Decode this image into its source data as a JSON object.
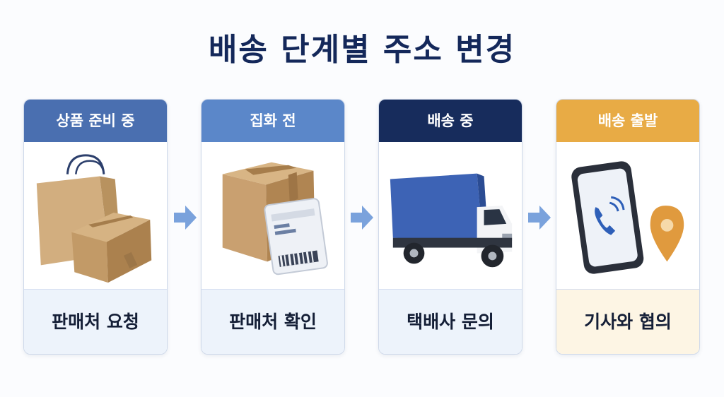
{
  "title": "배송 단계별 주소 변경",
  "colors": {
    "stage1": "#4a6fb0",
    "stage2": "#5b87c9",
    "stage3": "#172c5c",
    "stage4": "#e8ab45",
    "arrow": "#7aa2dc",
    "title": "#14285a"
  },
  "stages": [
    {
      "header": "상품 준비 중",
      "footer": "판매처 요청",
      "icon": "shopping-bag-and-box"
    },
    {
      "header": "집화 전",
      "footer": "판매처 확인",
      "icon": "box-with-shipping-label"
    },
    {
      "header": "배송 중",
      "footer": "택배사 문의",
      "icon": "delivery-truck"
    },
    {
      "header": "배송 출발",
      "footer": "기사와 협의",
      "icon": "phone-and-location-pin"
    }
  ]
}
